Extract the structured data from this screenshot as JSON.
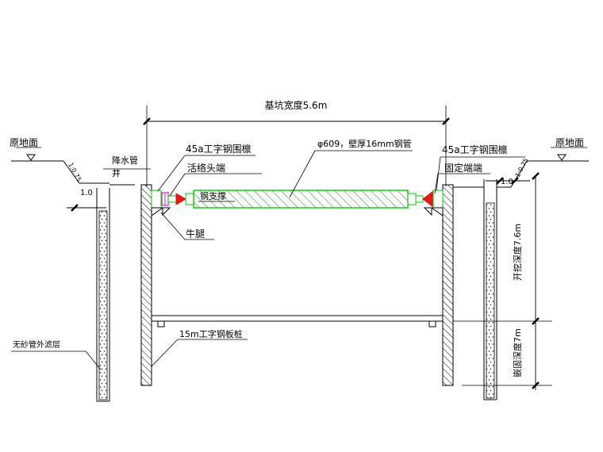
{
  "labels": {
    "pit_width": "基坑宽度5.6m",
    "ground_left": "原地面",
    "ground_right": "原地面",
    "slope_left": "1:0.75",
    "slope_right": "1:0.75",
    "offset_left": "1.0",
    "offset_right": "1.0",
    "dewater_well_line1": "降水管",
    "dewater_well_line2": "井",
    "waler_left": "45a工字钢围檩",
    "waler_right": "45a工字钢围檩",
    "pipe_spec": "φ609，壁厚16mm钢管",
    "live_end": "活络头端",
    "fixed_end": "固定端端",
    "steel_strut": "钢支撑",
    "bracket": "牛腿",
    "pile": "15m工字钢板桩",
    "filter_layer": "无砂管外滤层",
    "excavation_depth": "开挖深度7.6m",
    "embed_depth": "嵌固深度7m"
  },
  "colors": {
    "strut_hatch": "#3c9a3c",
    "strut_outline": "#00cc00",
    "fixed_end_marker": "#e01818",
    "live_end_marker": "#d81ad8"
  }
}
